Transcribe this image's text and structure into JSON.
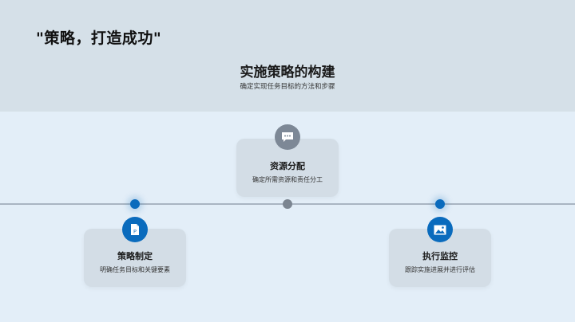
{
  "slide": {
    "title": "\"策略，打造成功\"",
    "section_title": "实施策略的构建",
    "section_subtitle": "确定实现任务目标的方法和步骤"
  },
  "colors": {
    "header_bg": "#d5e0e8",
    "body_bg": "#e3eef8",
    "accent_blue": "#0a6bbd",
    "accent_gray": "#7d8896",
    "card_bg": "#d3dde6",
    "timeline": "#a9b5c2"
  },
  "timeline": {
    "steps": [
      {
        "title": "策略制定",
        "description": "明确任务目标和关键要素",
        "icon": "document-p-icon",
        "position": "below",
        "color": "blue"
      },
      {
        "title": "资源分配",
        "description": "确定所需资源和责任分工",
        "icon": "chat-bubble-icon",
        "position": "above",
        "color": "gray"
      },
      {
        "title": "执行监控",
        "description": "跟踪实施进展并进行评估",
        "icon": "image-icon",
        "position": "below",
        "color": "blue"
      }
    ]
  }
}
